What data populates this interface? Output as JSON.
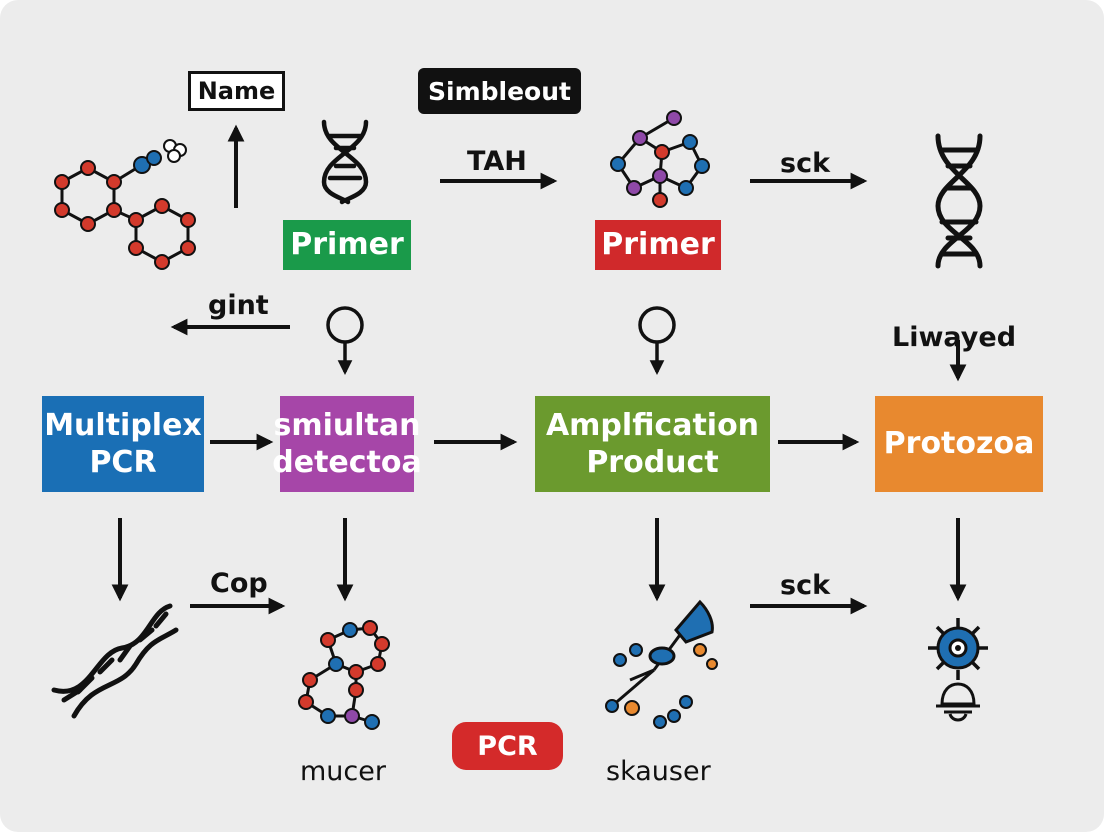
{
  "colors": {
    "background": "#ececec",
    "ink": "#111111",
    "blue": "#1a6fb5",
    "purple": "#a646a8",
    "green_box": "#6b9a2e",
    "orange": "#e8892f",
    "primer_green": "#1a9a4a",
    "primer_red": "#d0292b",
    "pill_red": "#d42a2a",
    "node_red": "#d33a2c",
    "node_blue": "#1f6fb2",
    "node_purple": "#8f49a8",
    "node_orange": "#e8892f"
  },
  "top": {
    "name_box": "Name",
    "black_tag": "Simbleout",
    "primer_green": "Primer",
    "primer_red": "Primer",
    "arrow_label_1": "TAH",
    "arrow_label_2": "sck"
  },
  "middle": {
    "left_arrow_label": "gint",
    "right_label": "Liwayed",
    "boxes": {
      "multiplex": "Multiplex\nPCR",
      "simultan": "smiultan\ndetectoa",
      "amplification": "Amplfication\nProduct",
      "protozoa": "Protozoa"
    }
  },
  "bottom": {
    "arrow_label_1": "Cop",
    "arrow_label_2": "sck",
    "caption_left": "mucer",
    "caption_right": "skauser",
    "pill": "PCR"
  },
  "icons": [
    "molecule-hexagon-icon",
    "dna-helix-icon",
    "molecule-network-icon",
    "dna-helix-large-icon",
    "probe-circle-icon",
    "dna-helix-diagonal-icon",
    "molecule-chain-icon",
    "antibody-probe-icon",
    "virus-icon",
    "bell-icon"
  ]
}
